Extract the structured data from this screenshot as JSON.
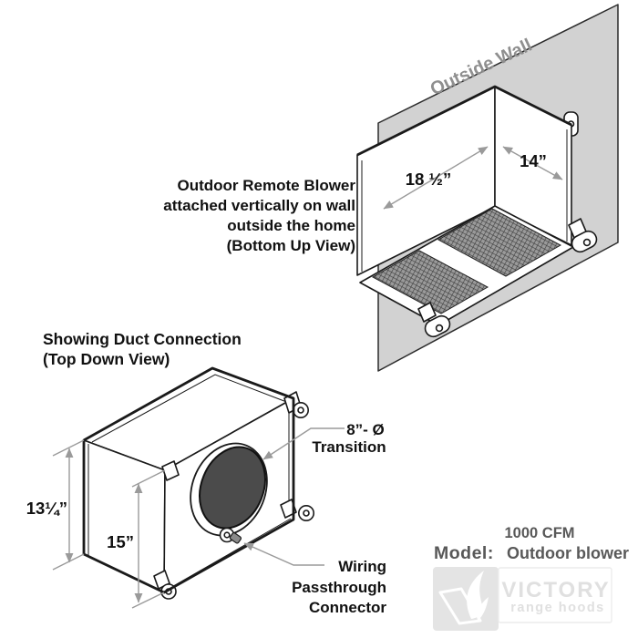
{
  "upper_diagram": {
    "wall_label": "Outside Wall",
    "caption": [
      "Outdoor Remote Blower",
      "attached vertically on wall",
      "outside the home",
      "(Bottom Up View)"
    ],
    "width_dim": "18 ½”",
    "depth_dim": "14”"
  },
  "lower_diagram": {
    "title": [
      "Showing Duct Connection",
      "(Top Down View)"
    ],
    "outer_height_dim": "13¼”",
    "inner_height_dim": "15”",
    "transition_label": [
      "8”- Ø",
      "Transition"
    ],
    "wiring_label": [
      "Wiring",
      "Passthrough",
      "Connector"
    ]
  },
  "product_info": {
    "cfm": "1000 CFM",
    "model_label": "Model:",
    "model_value": "Outdoor blower"
  },
  "logo": {
    "brand": "VICTORY",
    "tagline": "range hoods"
  },
  "colors": {
    "wall_fill": "#d2d2d2",
    "outline": "#1a1a1a",
    "dimension_gray": "#9a9a9a",
    "mesh_base": "#9a9a9a",
    "mesh_line": "#3d3d3d",
    "duct_dark": "#4b4b4b",
    "wall_text_gray": "#8f8f8f",
    "info_text_gray": "#595959",
    "logo_gray": "#e4e4e4"
  }
}
